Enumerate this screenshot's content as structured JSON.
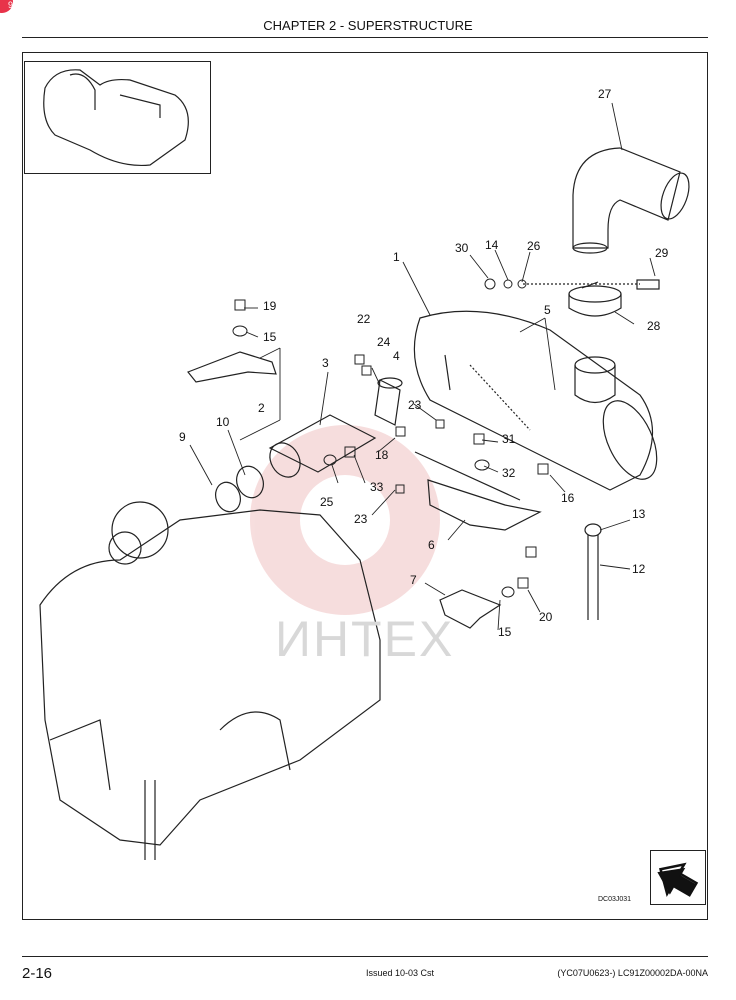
{
  "header": {
    "title": "CHAPTER 2 - SUPERSTRUCTURE"
  },
  "corner_badge": "9",
  "watermark": "ИНТЕХ",
  "figure": {
    "code": "DC03J031",
    "callouts": [
      "1",
      "2",
      "3",
      "4",
      "5",
      "6",
      "7",
      "9",
      "10",
      "12",
      "13",
      "14",
      "15",
      "15",
      "16",
      "18",
      "19",
      "20",
      "22",
      "23",
      "23",
      "24",
      "25",
      "26",
      "27",
      "28",
      "29",
      "30",
      "31",
      "32",
      "33"
    ]
  },
  "footer": {
    "page": "2-16",
    "issued": "Issued 10-03   Cst",
    "code": "(YC07U0623-)    LC91Z00002DA-00NA"
  },
  "colors": {
    "watermark_red": "#e8a0a0",
    "line": "#222222"
  },
  "icons": {
    "nav": "arrow-up-left-icon"
  }
}
